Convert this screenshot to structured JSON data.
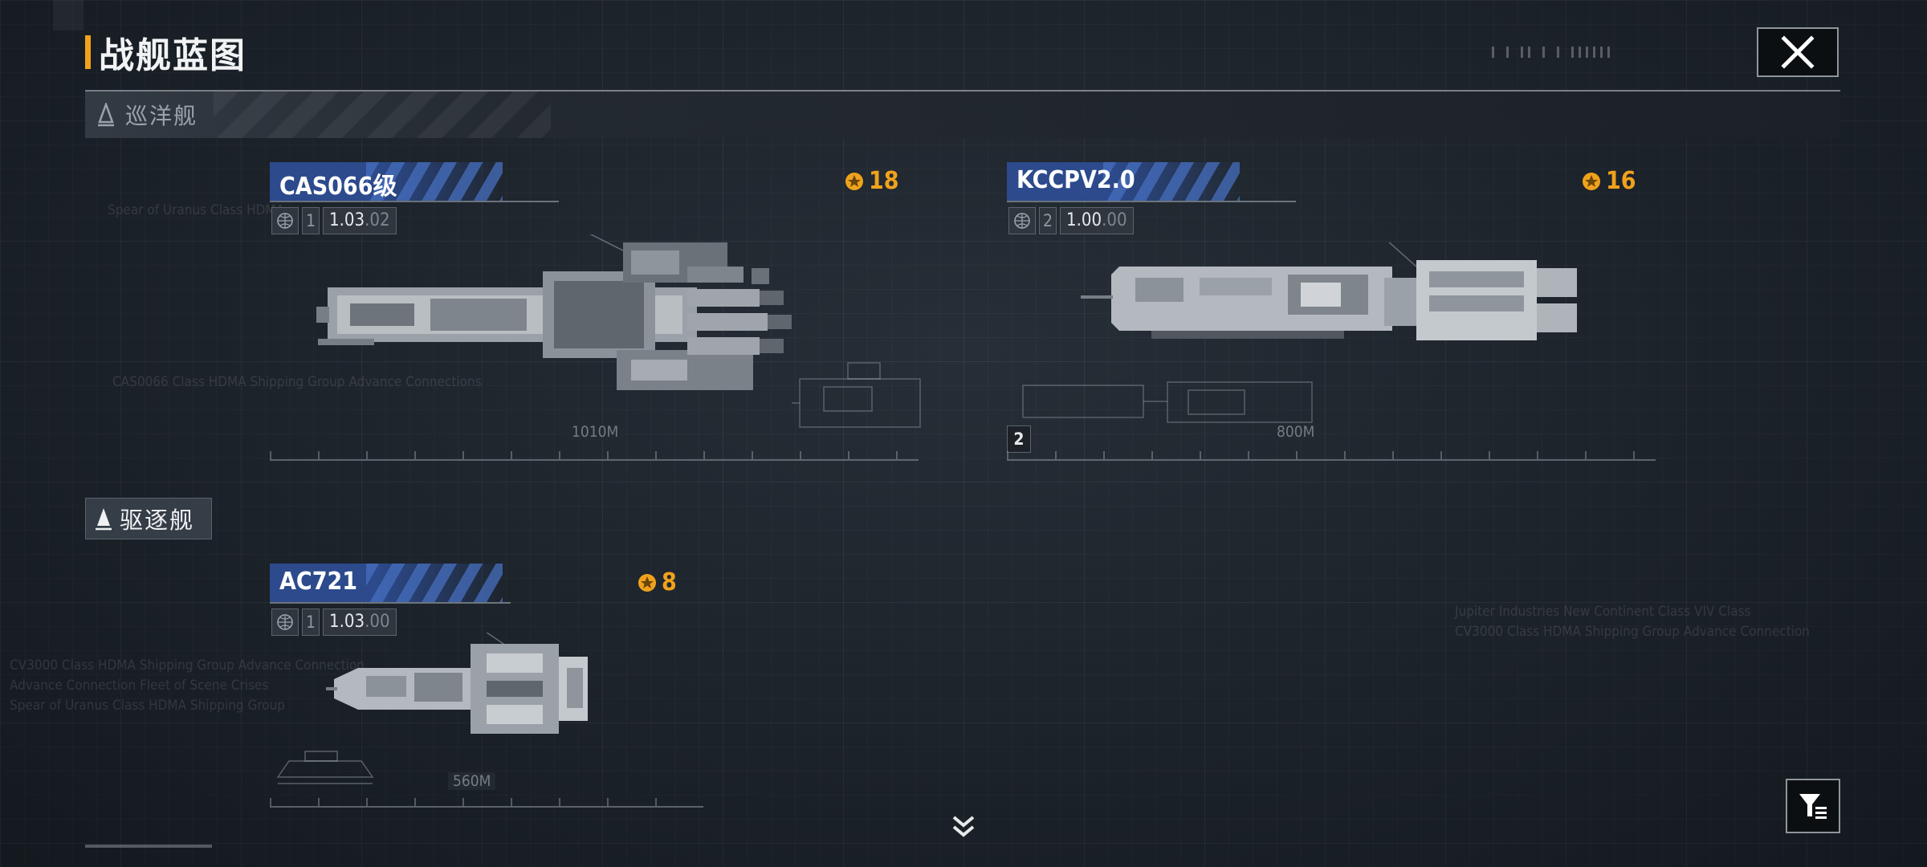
{
  "header": {
    "title": "战舰蓝图",
    "close_icon": "close-icon"
  },
  "colors": {
    "accent": "#f0a21c",
    "nameplate": "#2c4a8c",
    "background": "#1f262e"
  },
  "categories": [
    {
      "label": "巡洋舰",
      "icon": "cruiser-icon"
    },
    {
      "label": "驱逐舰",
      "icon": "destroyer-icon"
    }
  ],
  "ships": [
    {
      "name": "CAS066级",
      "tier": "1",
      "version_main": "1.03",
      "version_sub": ".02",
      "cost": "18",
      "length": "1010M"
    },
    {
      "name": "KCCPV2.0",
      "tier": "2",
      "version_main": "1.00",
      "version_sub": ".00",
      "cost": "16",
      "length": "800M",
      "tier_badge": "2"
    },
    {
      "name": "AC721",
      "tier": "1",
      "version_main": "1.03",
      "version_sub": ".00",
      "cost": "8",
      "length": "560M"
    }
  ],
  "background_text": {
    "line1": "Spear of Uranus Class HDMA",
    "line2": "CAS0066 Class HDMA Shipping Group Advance Connections",
    "line3": "CV3000 Class HDMA Shipping Group Advance Connection",
    "line4": "Advance Connection Fleet of Scene Crises",
    "line5": "Spear of Uranus Class HDMA Shipping Group",
    "line6": "Jupiter Industries  New Continent Class  VIV Class",
    "line7": "CV3000 Class HDMA Shipping Group Advance Connection"
  },
  "controls": {
    "scroll_icon": "chevron-double-down-icon",
    "filter_icon": "filter-icon"
  }
}
